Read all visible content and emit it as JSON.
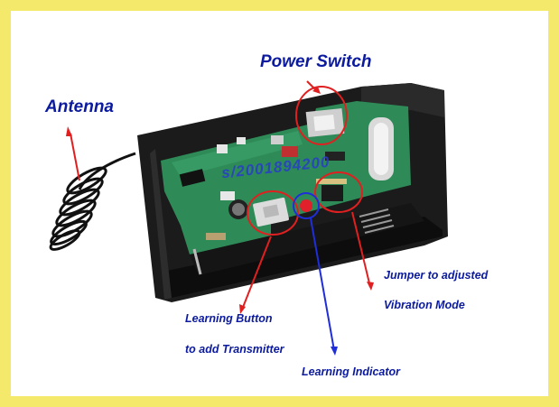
{
  "labels": {
    "power_switch": "Power Switch",
    "antenna": "Antenna",
    "jumper_line1": "Jumper to adjusted",
    "jumper_line2": "Vibration Mode",
    "learning_button_line1": "Learning Button",
    "learning_button_line2": "to add Transmitter",
    "learning_indicator": "Learning Indicator"
  },
  "watermark": "s/2001894200",
  "colors": {
    "border": "#f4e96a",
    "label_text": "#0b1a9e",
    "callout_red": "#e02020",
    "callout_blue": "#1f2ed8",
    "pcb_green": "#2e8b57",
    "case_black": "#1e1e1e"
  }
}
